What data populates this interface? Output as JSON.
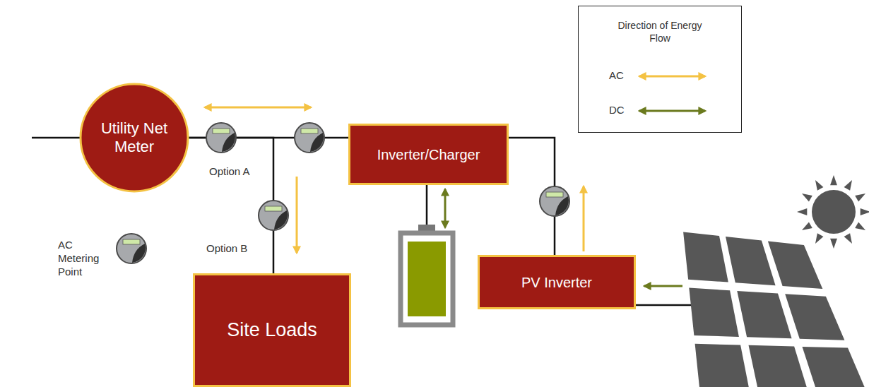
{
  "diagram": {
    "nodes": [
      {
        "text": [
          "Utility Net Meter"
        ]
      },
      {
        "text": [
          "Inverter/Charger"
        ]
      },
      {
        "text": [
          "Site Loads"
        ]
      },
      {
        "text": [
          "PV Inverter"
        ]
      }
    ],
    "edges": [
      {
        "from": 0,
        "to": 1,
        "arrow": "none"
      },
      {
        "from": 0,
        "to": 2,
        "arrow": "none"
      },
      {
        "from": 1,
        "to": 3,
        "arrow": "none"
      }
    ],
    "labels": [
      "Option A",
      "Option B",
      "AC Metering Point",
      "Direction of Energy Flow"
    ],
    "legend": [
      {
        "text": "AC"
      },
      {
        "text": "DC"
      }
    ]
  }
}
